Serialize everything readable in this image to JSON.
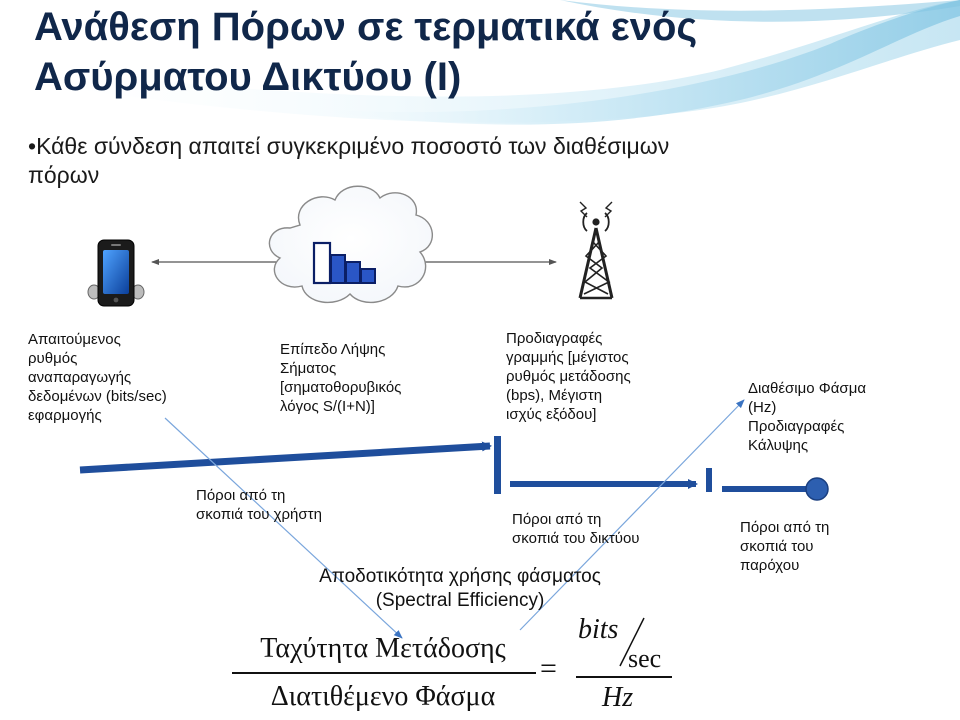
{
  "slide": {
    "title_line1": "Ανάθεση Πόρων σε τερματικά ενός",
    "title_line2": "Ασύρματου Δικτύου (Ι)",
    "bullet_marker": "•",
    "bullet_line1": "Κάθε σύνδεση απαιτεί συγκεκριμένο ποσοστό των διαθέσιμων",
    "bullet_line2": "πόρων"
  },
  "labels": {
    "app_rate": [
      "Απαιτούμενος",
      "ρυθμός",
      "αναπαραγωγής",
      "δεδομένων (bits/sec)",
      "εφαρμογής"
    ],
    "signal_level": [
      "Επίπεδο Λήψης",
      "Σήματος",
      "[σηματοθορυβικός",
      "λόγος S/(I+N)]"
    ],
    "line_specs": [
      "Προδιαγραφές",
      "γραμμής [μέγιστος",
      "ρυθμός μετάδοσης",
      "(bps), Μέγιστη",
      "ισχύς εξόδου]"
    ],
    "spectrum": [
      "Διαθέσιμο Φάσμα",
      "(Hz)",
      "Προδιαγραφές",
      "Κάλυψης"
    ],
    "user_resources": [
      "Πόροι από τη",
      "σκοπιά του χρήστη"
    ],
    "network_resources": [
      "Πόροι από τη",
      "σκοπιά του δικτύου"
    ],
    "provider_resources": [
      "Πόροι από τη",
      "σκοπιά του",
      "παρόχου"
    ]
  },
  "efficiency": {
    "line1": "Αποδοτικότητα χρήσης φάσματος",
    "line2": "(Spectral Efficiency)"
  },
  "formula": {
    "numerator": "Ταχύτητα Μετάδοσης",
    "denominator": "Διατιθέμενο Φάσμα",
    "equals": "=",
    "bits": "bits",
    "sec": "sec",
    "hz": "Hz"
  },
  "colors": {
    "title": "#10274a",
    "arrow_blue": "#1f4e9c",
    "ribbon_light": "#cfe9f5",
    "ribbon_mid": "#8ecbe6"
  },
  "icons": [
    "mobile-phone-icon",
    "cloud-icon",
    "signal-bars-icon",
    "radio-tower-icon"
  ]
}
